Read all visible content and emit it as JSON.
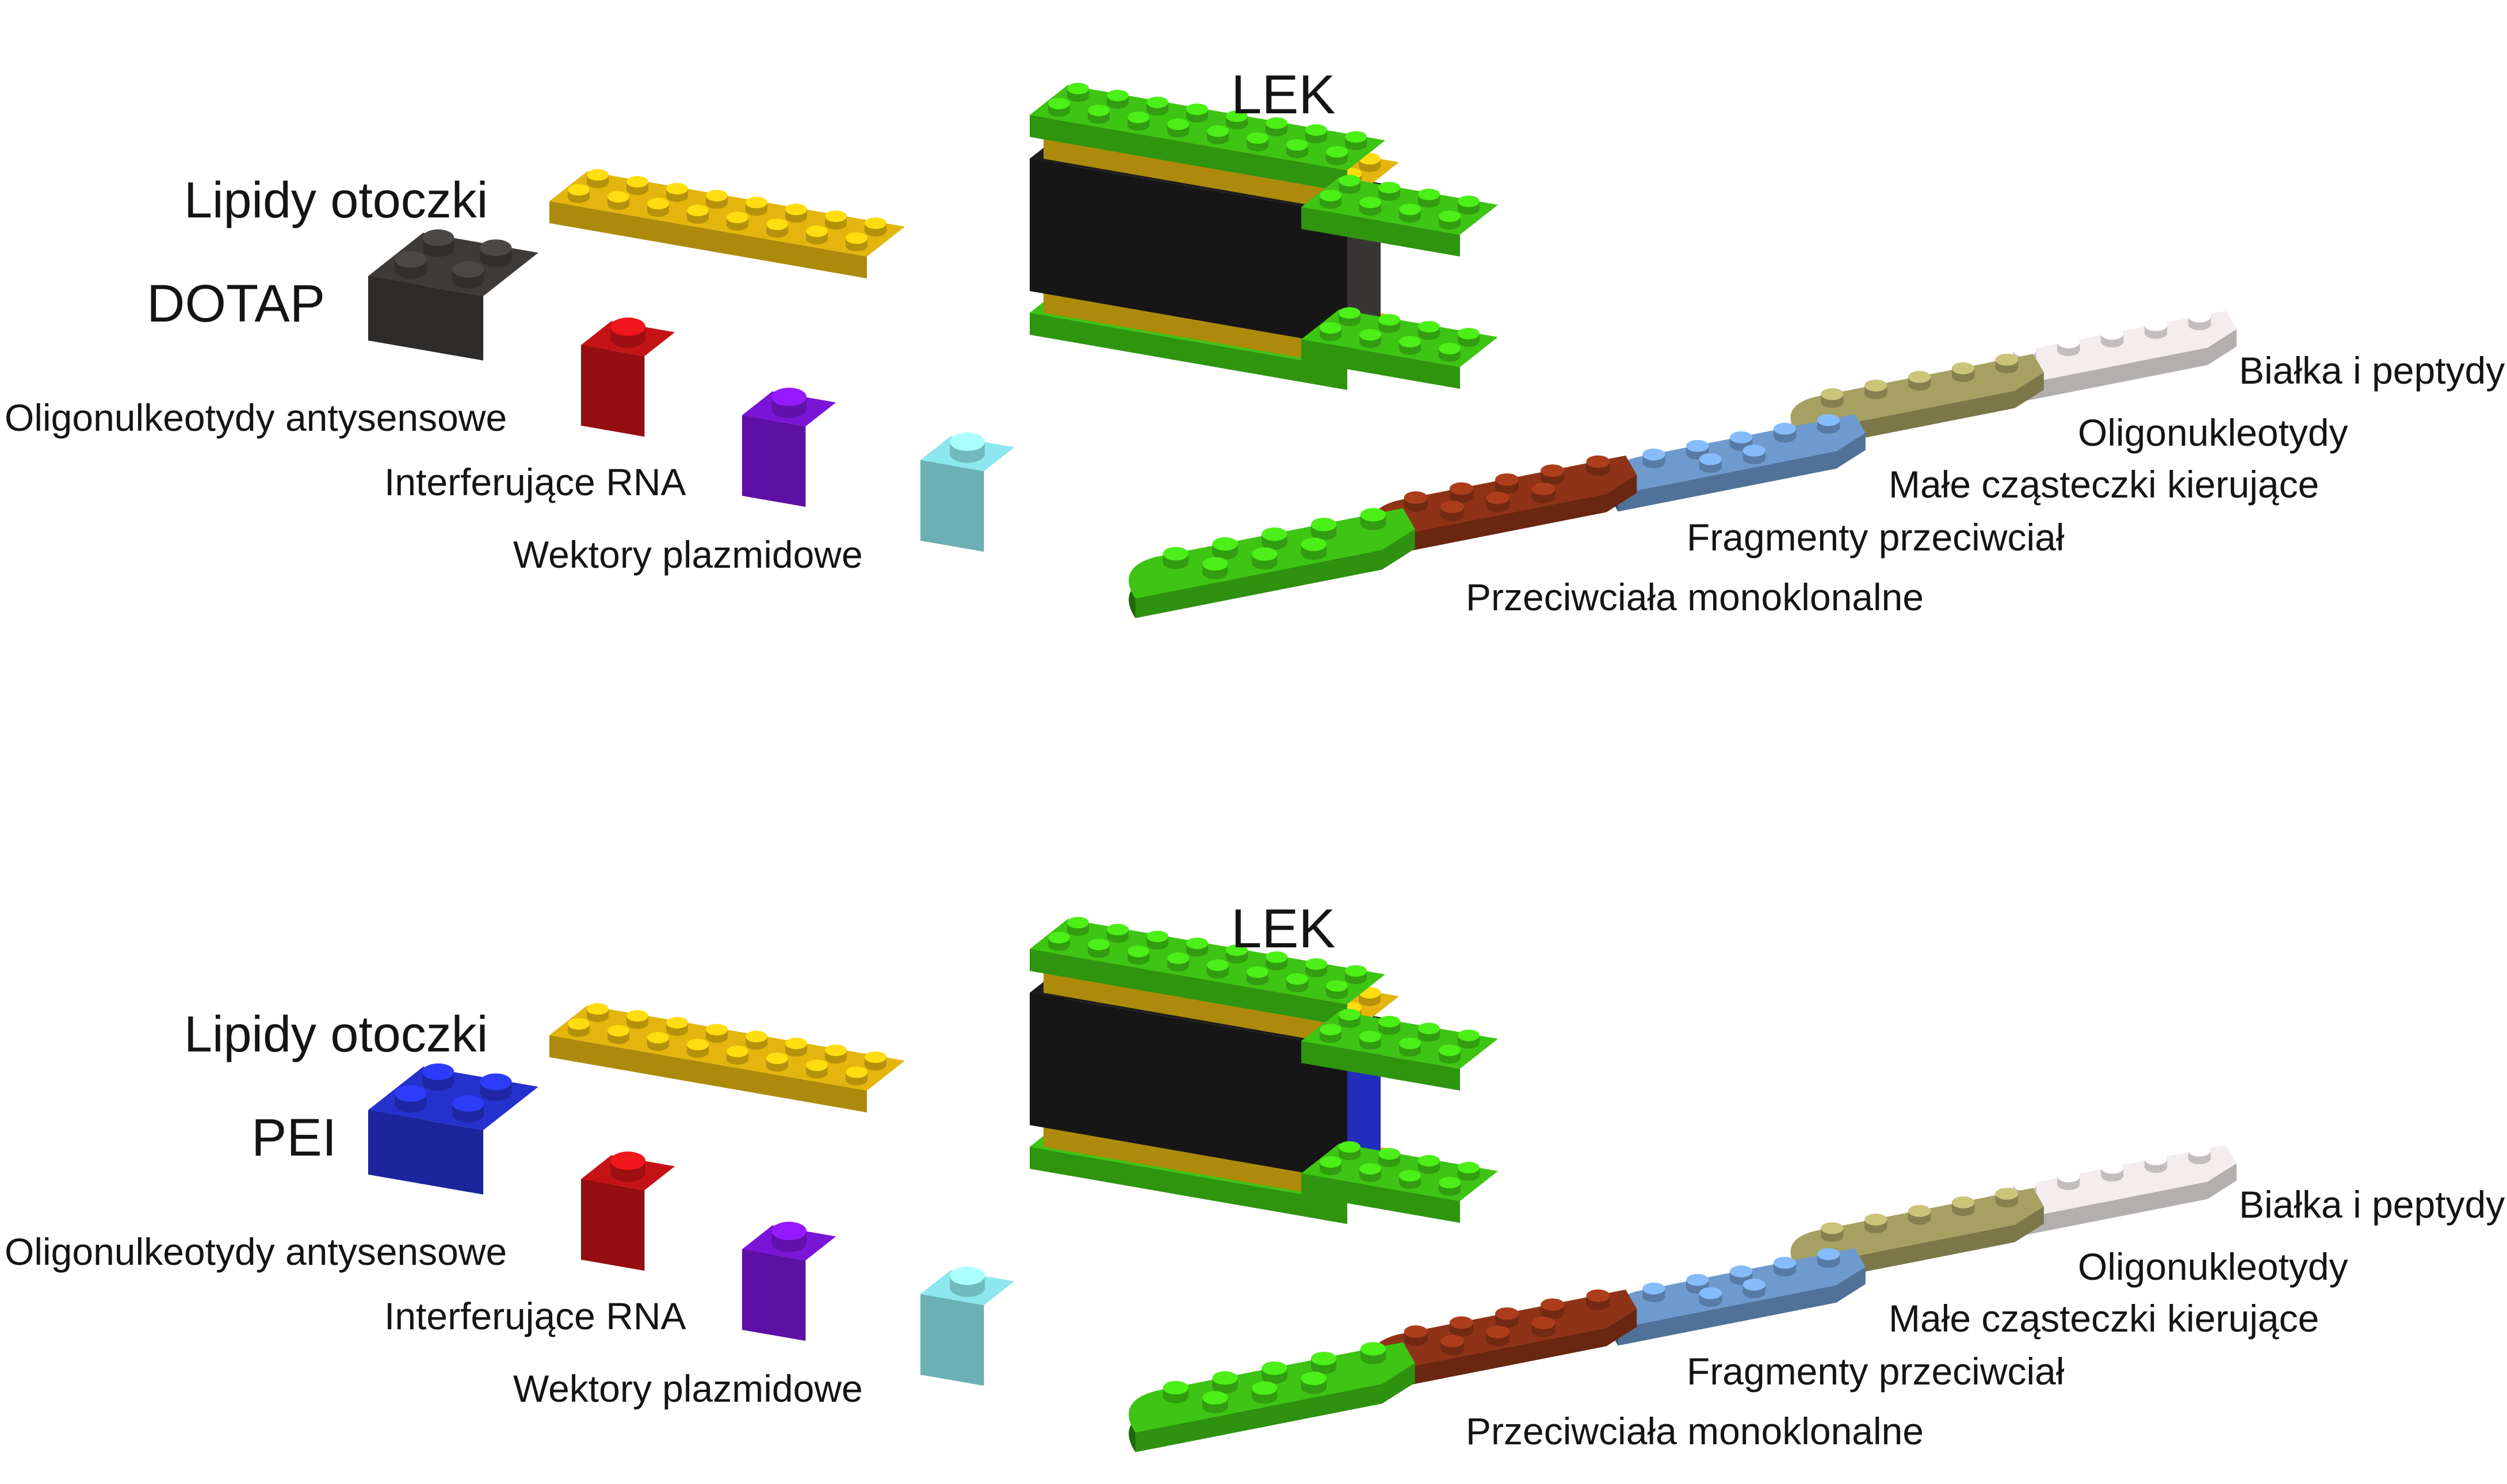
{
  "labels": {
    "lipids": "Lipidy otoczki",
    "antisense": "Oligonulkeotydy antysensowe",
    "sirna": "Interferujące RNA",
    "plasmid": "Wektory plazmidowe",
    "drug": "LEK",
    "proteins": "Białka i peptydy",
    "oligos": "Oligonukleotydy",
    "small_molecules": "Małe cząsteczki kierujące",
    "antibody_fragments": "Fragmenty przeciwciał",
    "monoclonal": "Przeciwciała monoklonalne"
  },
  "panels": [
    {
      "carrier": "DOTAP",
      "carrier_color": "#3d3a38"
    },
    {
      "carrier": "PEI",
      "carrier_color": "#2531cc"
    }
  ],
  "colors": {
    "envelope_plate": "#e3b50e",
    "drug_plate": "#3ec414",
    "core": "#1d1d1d",
    "antisense_brick": "#c41316",
    "sirna_brick": "#7b15d6",
    "plasmid_brick": "#8de7ee",
    "proteins_plate": "#f3eded",
    "oligos_plate": "#a6a163",
    "small_molecules_plate": "#6e9ace",
    "antibody_fragments_plate": "#8e3317",
    "monoclonal_plate": "#3ec414"
  }
}
